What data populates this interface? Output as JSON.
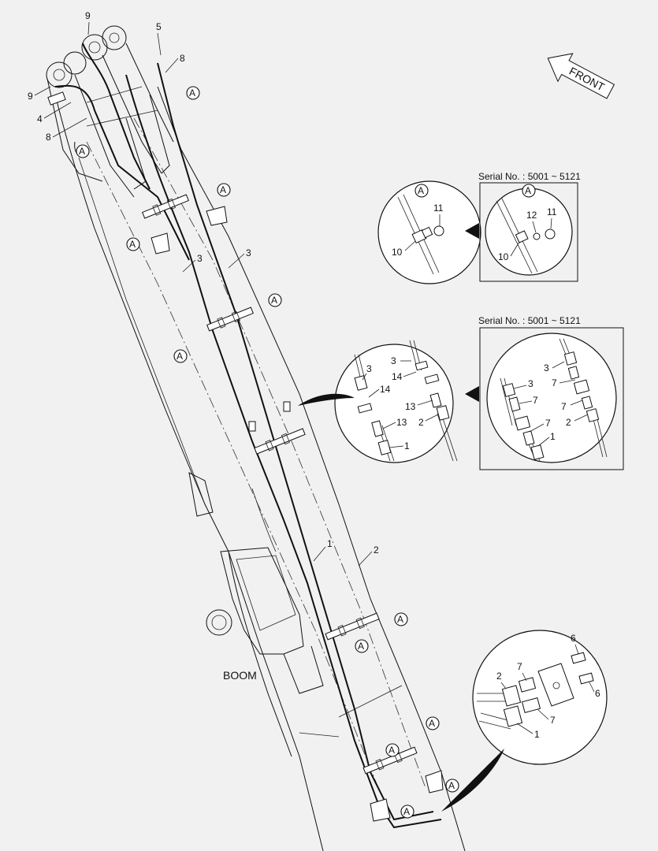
{
  "labels": {
    "front": "FRONT",
    "boom": "BOOM",
    "serial_top": "Serial No. : 5001 ~ 5121",
    "serial_mid": "Serial No. : 5001 ~ 5121",
    "ref_a": "A"
  },
  "parts": {
    "p1": "1",
    "p2": "2",
    "p3": "3",
    "p4": "4",
    "p5": "5",
    "p6": "6",
    "p7": "7",
    "p8": "8",
    "p9": "9",
    "p10": "10",
    "p11": "11",
    "p12": "12",
    "p13": "13",
    "p14": "14"
  }
}
